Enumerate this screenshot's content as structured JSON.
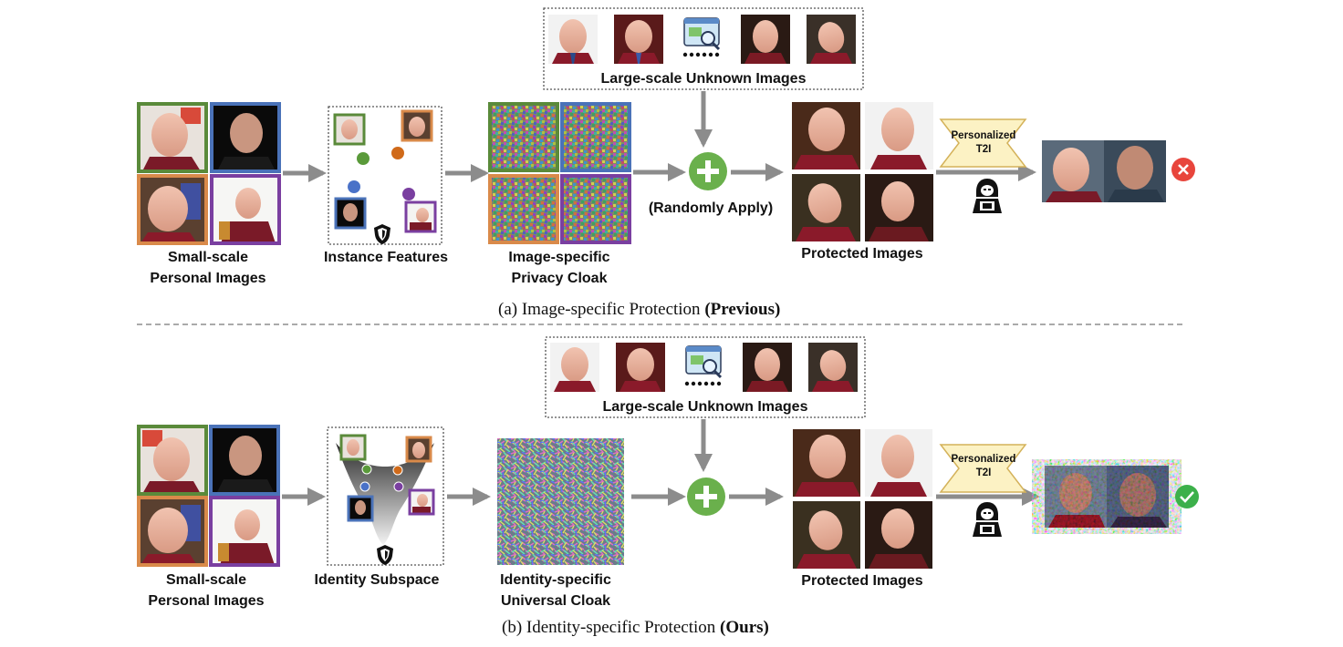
{
  "panel_a": {
    "unknown_label": "Large-scale Unknown Images",
    "personal_label_1": "Small-scale",
    "personal_label_2": "Personal Images",
    "features_label": "Instance Features",
    "cloak_label_1": "Image-specific",
    "cloak_label_2": "Privacy Cloak",
    "apply_label": "(Randomly  Apply)",
    "protected_label": "Protected Images",
    "t2i_label_1": "Personalized",
    "t2i_label_2": "T2I",
    "result": "fail",
    "caption_main": "(a) Image-specific Protection ",
    "caption_bold": "(Previous)"
  },
  "panel_b": {
    "unknown_label": "Large-scale Unknown Images",
    "personal_label_1": "Small-scale",
    "personal_label_2": "Personal Images",
    "subspace_label": "Identity Subspace",
    "cloak_label_1": "Identity-specific",
    "cloak_label_2": "Universal Cloak",
    "protected_label": "Protected Images",
    "t2i_label_1": "Personalized",
    "t2i_label_2": "T2I",
    "result": "success",
    "caption_main": "(b) Identity-specific Protection ",
    "caption_bold": "(Ours)"
  },
  "colors": {
    "green_frame": "#5a8a3a",
    "blue_frame": "#4a72b8",
    "orange_frame": "#d98a4a",
    "purple_frame": "#7a3fa0",
    "arrow": "#8c8c8c",
    "plus": "#6ab04c",
    "t2i_fill": "#fcf2c4",
    "t2i_stroke": "#d4b25a",
    "fail": "#e8453c",
    "success": "#3cb04a"
  },
  "icons": [
    "plus-circle-icon",
    "shield-icon",
    "hacker-icon",
    "image-search-icon",
    "close-icon",
    "check-icon"
  ]
}
